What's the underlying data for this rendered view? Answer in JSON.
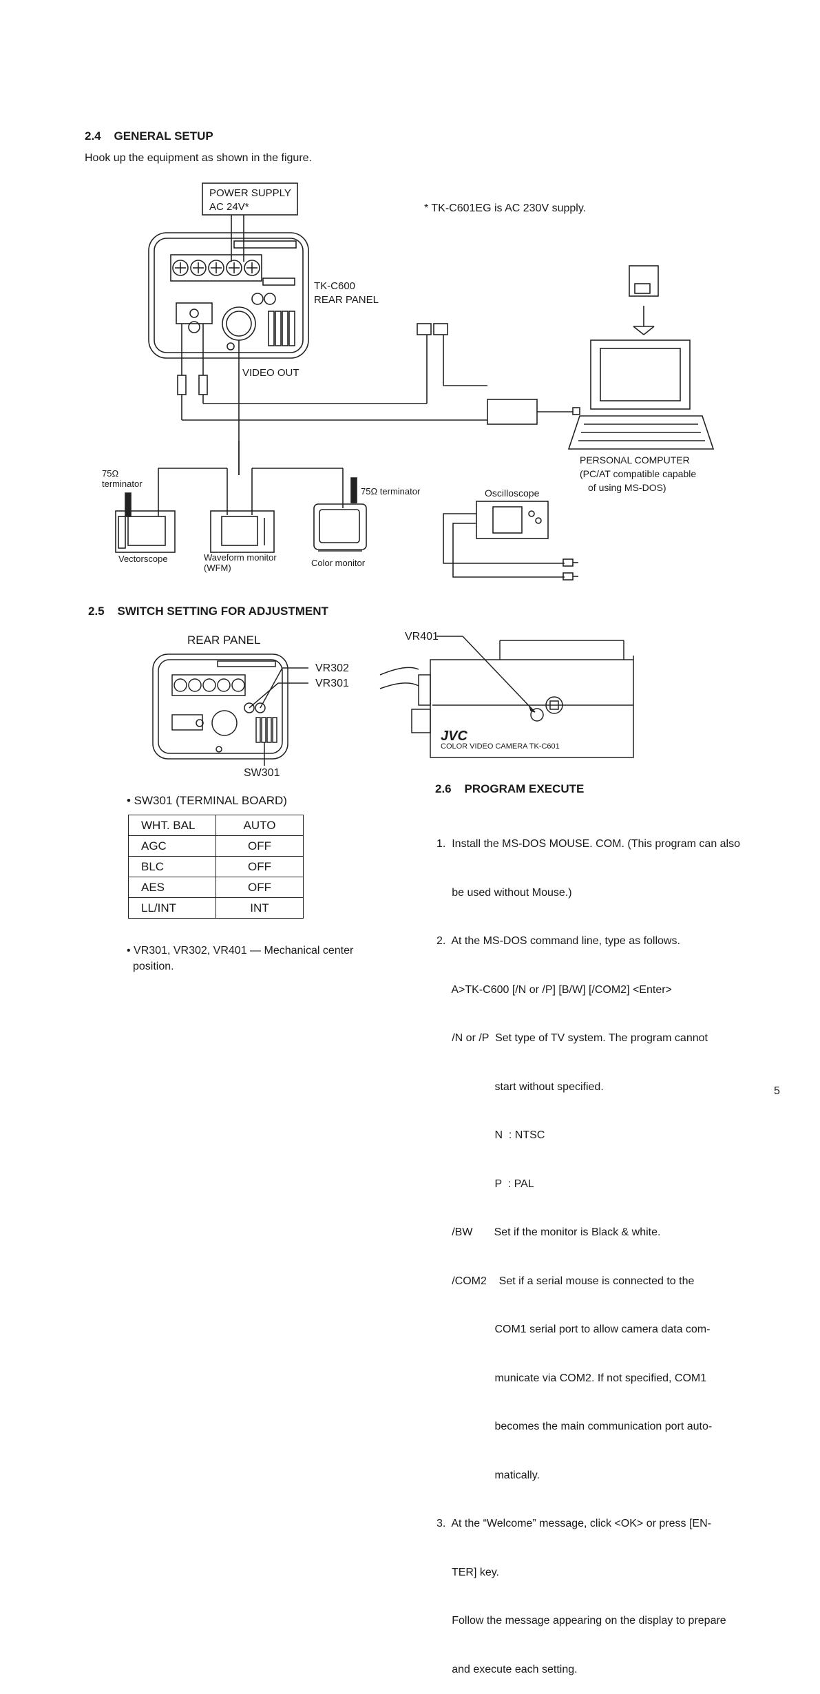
{
  "sec24": {
    "number": "2.4",
    "title": "GENERAL SETUP",
    "intro": "Hook up the equipment as shown in the figure."
  },
  "diagram1": {
    "power_supply_line1": "POWER SUPPLY",
    "power_supply_line2": "AC 24V*",
    "footnote": "* TK-C601EG is AC 230V supply.",
    "rear_panel_line1": "TK-C600",
    "rear_panel_line2": "REAR PANEL",
    "video_out": "VIDEO OUT",
    "terminator_left_line1": "75Ω",
    "terminator_left_line2": "terminator",
    "terminator_right": "75Ω terminator",
    "oscilloscope": "Oscilloscope",
    "pc_line1": "PERSONAL COMPUTER",
    "pc_line2": "(PC/AT compatible capable",
    "pc_line3": "of using MS-DOS)",
    "vectorscope": "Vectorscope",
    "wfm_line1": "Waveform monitor",
    "wfm_line2": "(WFM)",
    "color_monitor": "Color monitor"
  },
  "sec25": {
    "number": "2.5",
    "title": "SWITCH SETTING FOR ADJUSTMENT",
    "rear_panel": "REAR PANEL",
    "vr302": "VR302",
    "vr301": "VR301",
    "sw301": "SW301",
    "vr401": "VR401",
    "camera_brand": "JVC",
    "camera_model": "COLOR VIDEO CAMERA TK-C601",
    "bullet1": "• SW301 (TERMINAL BOARD)",
    "table": [
      {
        "name": "WHT. BAL",
        "value": "AUTO"
      },
      {
        "name": "AGC",
        "value": "OFF"
      },
      {
        "name": "BLC",
        "value": "OFF"
      },
      {
        "name": "AES",
        "value": "OFF"
      },
      {
        "name": "LL/INT",
        "value": "INT"
      }
    ],
    "bullet2_line1": "• VR301, VR302, VR401 — Mechanical center",
    "bullet2_line2": "position."
  },
  "sec26": {
    "number": "2.6",
    "title": "PROGRAM EXECUTE",
    "items": [
      "1.  Install the MS-DOS MOUSE. COM. (This program can also",
      "     be used without Mouse.)",
      "2.  At the MS-DOS command line, type as follows.",
      "     A>TK-C600 [/N or /P] [B/W] [/COM2] <Enter>",
      "     /N or /P  Set type of TV system. The program cannot",
      "                   start without specified.",
      "                   N  : NTSC",
      "                   P  : PAL",
      "     /BW       Set if the monitor is Black & white.",
      "     /COM2    Set if a serial mouse is connected to the",
      "                   COM1 serial port to allow camera data com-",
      "                   municate via COM2. If not specified, COM1",
      "                   becomes the main communication port auto-",
      "                   matically.",
      "3.  At the “Welcome” message, click <OK> or press [EN-",
      "     TER] key.",
      "     Follow the message appearing on the display to prepare",
      "     and execute each setting."
    ]
  },
  "page_number": "5"
}
